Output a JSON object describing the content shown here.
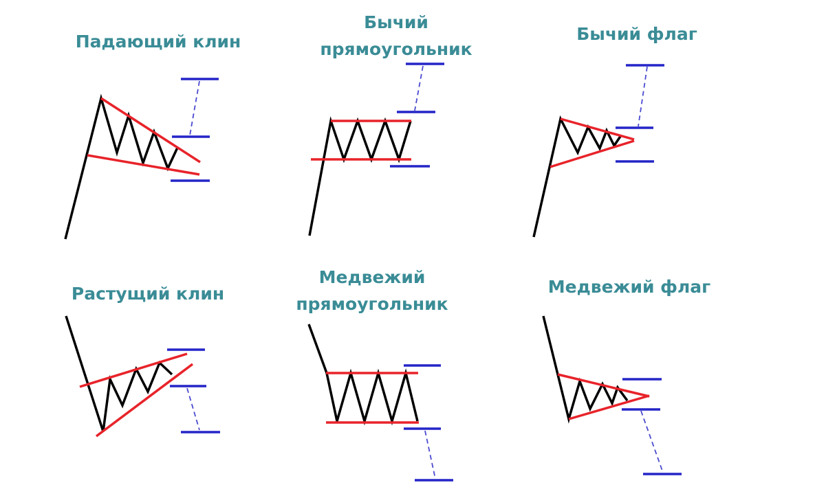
{
  "colors": {
    "title": "#3a8c96",
    "price": "#000000",
    "trendline": "#e8232a",
    "target": "#2525c8"
  },
  "patterns": [
    {
      "title_lines": [
        "Падающий клин"
      ]
    },
    {
      "title_lines": [
        "Бычий",
        "прямоугольник"
      ]
    },
    {
      "title_lines": [
        "Бычий флаг"
      ]
    },
    {
      "title_lines": [
        "Растущий клин"
      ]
    },
    {
      "title_lines": [
        "Медвежий",
        "прямоугольник"
      ]
    },
    {
      "title_lines": [
        "Медвежий флаг"
      ]
    }
  ]
}
